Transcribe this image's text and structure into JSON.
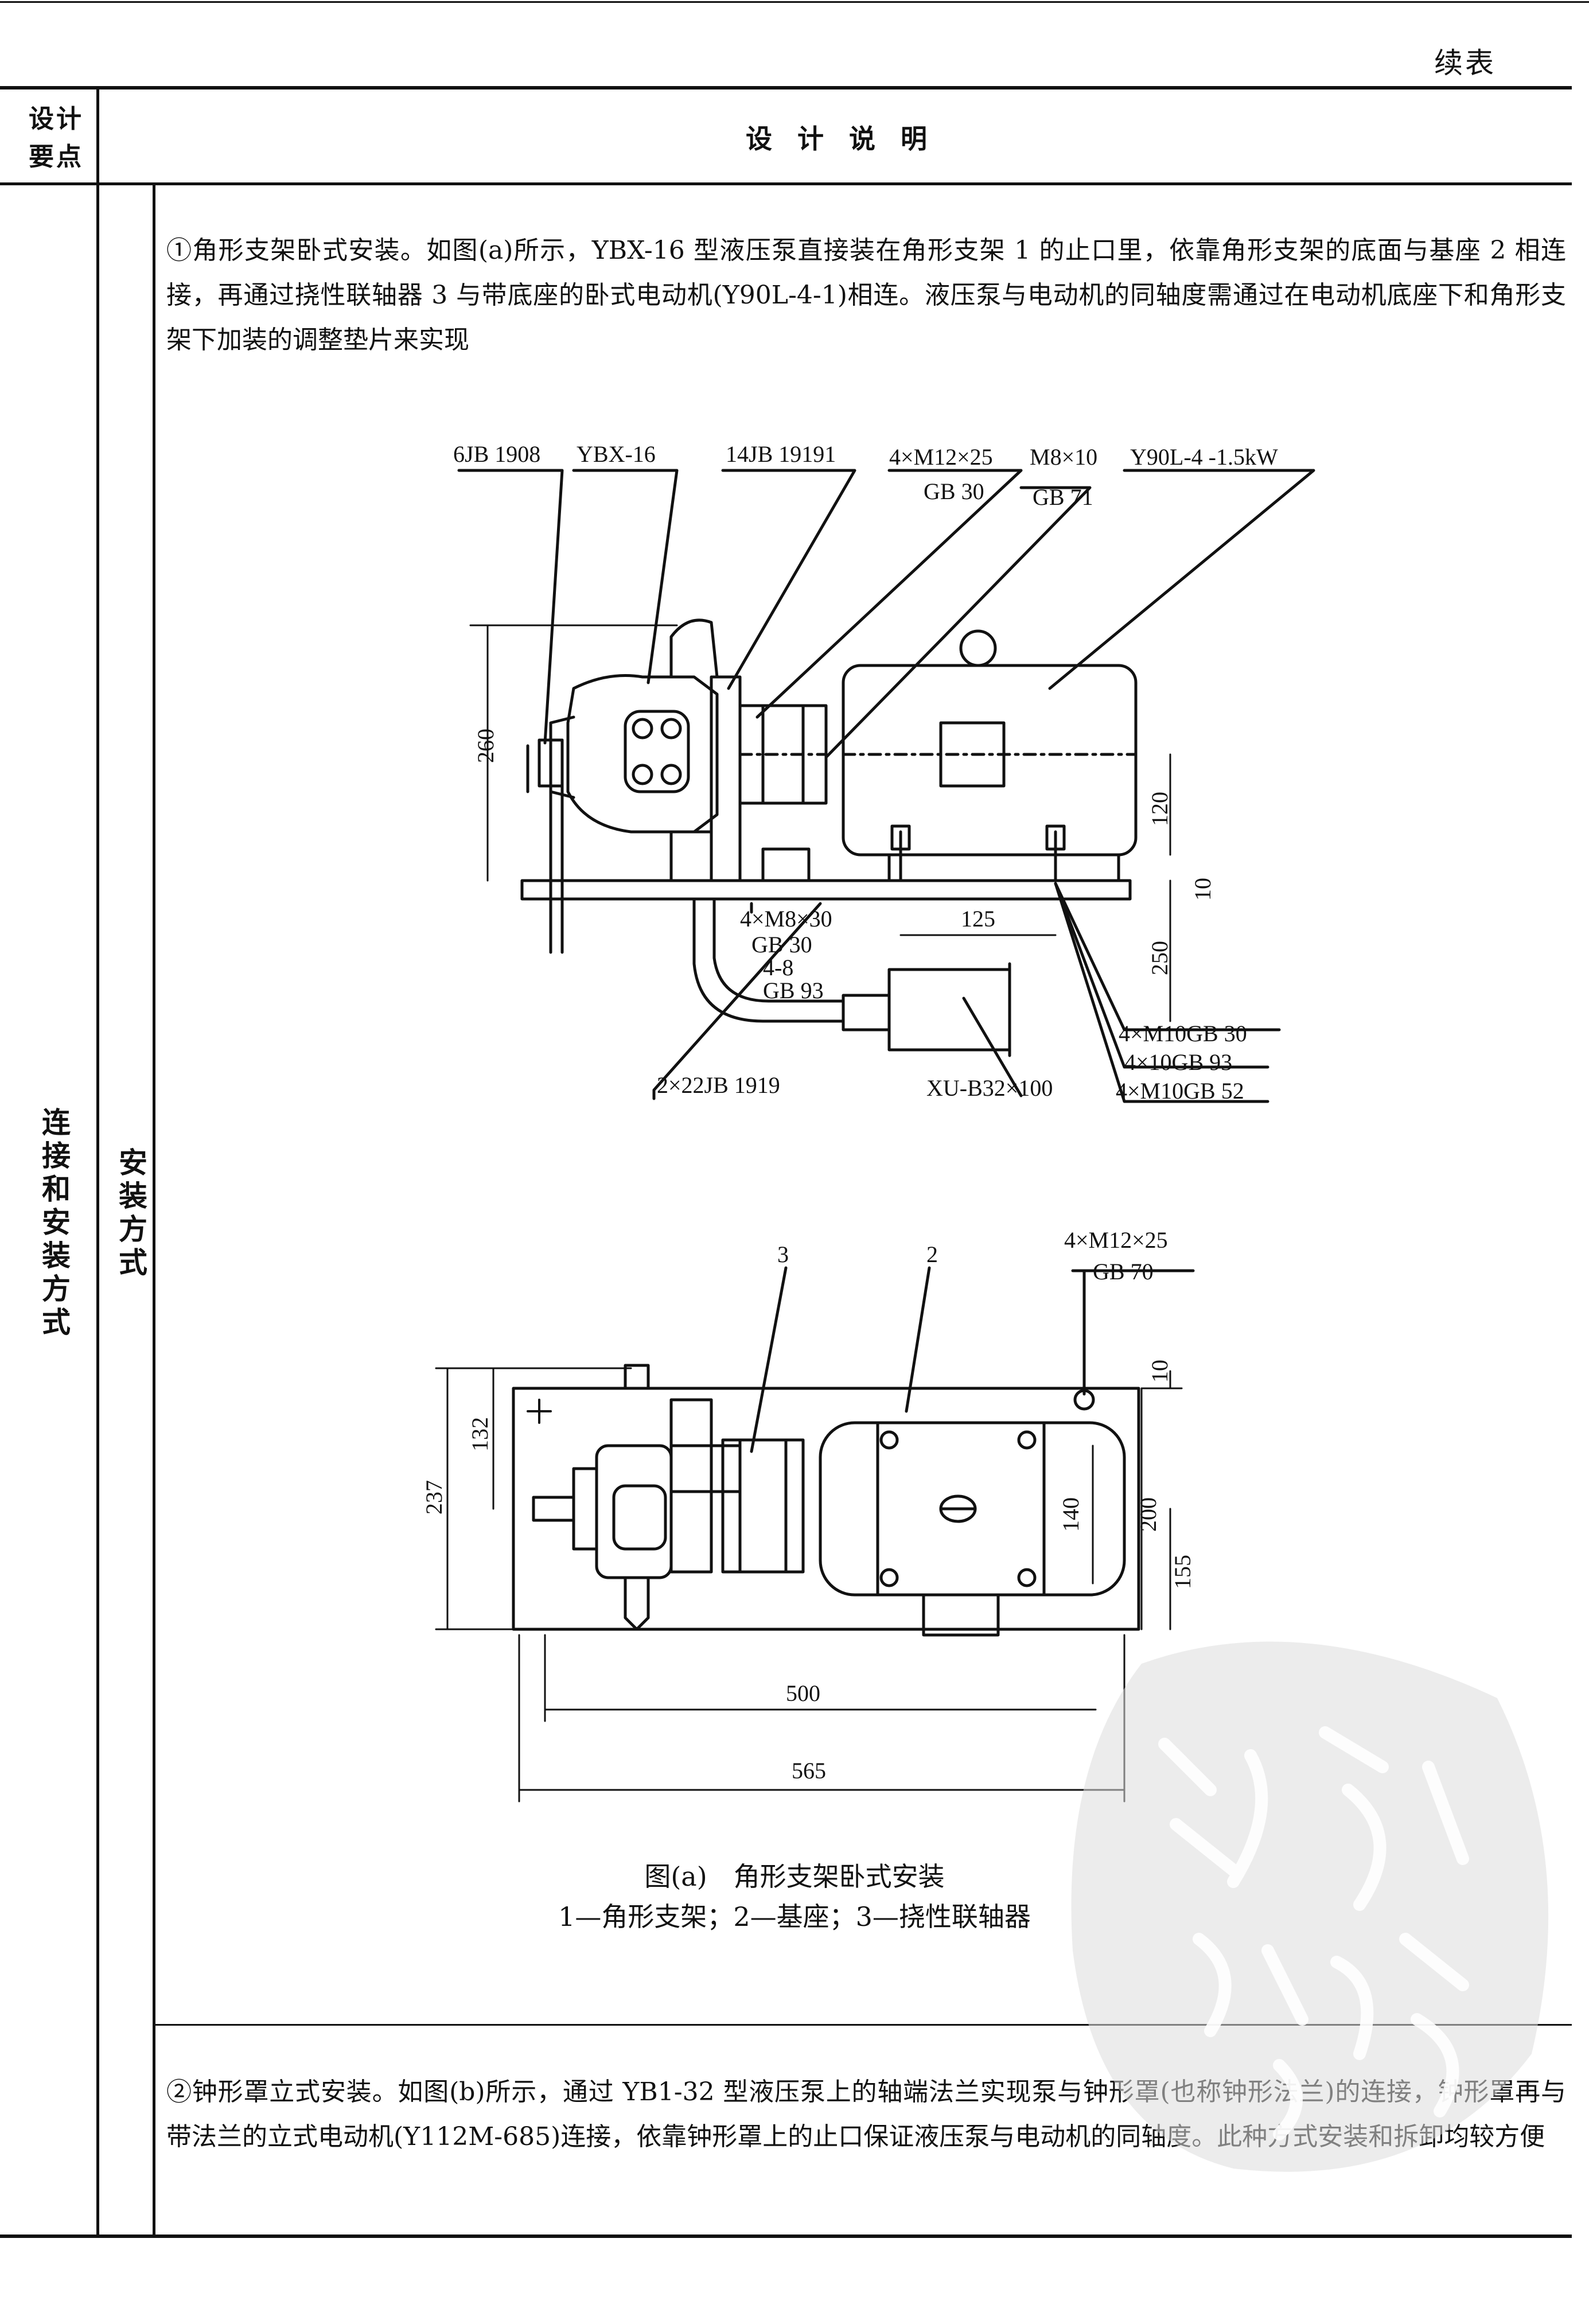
{
  "header": {
    "continued_label": "续表",
    "col_key": "设计\n要点",
    "col_desc": "设 计 说 明"
  },
  "row": {
    "category": "连接和安装方式",
    "subcategory": "安装方式"
  },
  "paragraphs": {
    "p1": "①角形支架卧式安装。如图(a)所示，YBX-16 型液压泵直接装在角形支架 1 的止口里，依靠角形支架的底面与基座 2 相连接，再通过挠性联轴器 3 与带底座的卧式电动机(Y90L-4-1)相连。液压泵与电动机的同轴度需通过在电动机底座下和角形支架下加装的调整垫片来实现",
    "p2": "②钟形罩立式安装。如图(b)所示，通过 YB1-32 型液压泵上的轴端法兰实现泵与钟形罩(也称钟形法兰)的连接，钟形罩再与带法兰的立式电动机(Y112M-685)连接，依靠钟形罩上的止口保证液压泵与电动机的同轴度。此种方式安装和拆卸均较方便"
  },
  "figure_a": {
    "labels": {
      "l_6jb": "6JB 1908",
      "l_ybx": "YBX-16",
      "l_14jb": "14JB 19191",
      "l_m12_top": "4×M12×25",
      "l_gb30_top": "GB 30",
      "l_m8x10": "M8×10",
      "l_gb71": "GB 71",
      "l_motor": "Y90L-4 -1.5kW",
      "l_m8x30": "4×M8×30",
      "l_gb30_mid": "GB 30",
      "l_4_8": "4-8",
      "l_gb93_mid": "GB 93",
      "l_2x22": "2×22JB 1919",
      "l_xu": "XU-B32×100",
      "l_m10gb30": "4×M10GB 30",
      "l_4x10gb93": "4×10GB 93",
      "l_m10gb52": "4×M10GB 52",
      "l_m12_plan": "4×M12×25",
      "l_gb70": "GB 70",
      "l_part3": "3",
      "l_part2": "2"
    },
    "dims": {
      "d260": "260",
      "d120": "120",
      "d10a": "10",
      "d125": "125",
      "d250": "250",
      "d237": "237",
      "d132": "132",
      "d10b": "10",
      "d140": "140",
      "d200": "200",
      "d155": "155",
      "d500": "500",
      "d565": "565"
    },
    "caption": "图(a)　角形支架卧式安装",
    "legend": "1—角形支架；2—基座；3—挠性联轴器"
  }
}
